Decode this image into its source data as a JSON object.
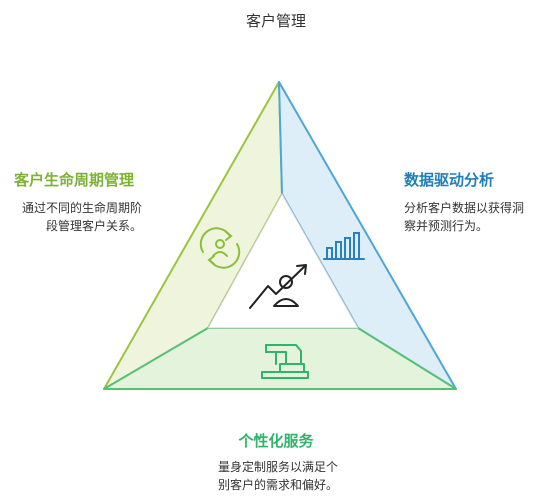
{
  "title": "客户管理",
  "sections": {
    "left": {
      "heading": "客户生命周期管理",
      "desc_line1": "通过不同的生命周期阶",
      "desc_line2": "段管理客户关系。",
      "color": "#8fc13a",
      "icon": "customer-cycle-icon"
    },
    "right": {
      "heading": "数据驱动分析",
      "desc_line1": "分析客户数据以获得洞",
      "desc_line2": "察并预测行为。",
      "color": "#1f7fb8",
      "icon": "bar-chart-icon"
    },
    "bottom": {
      "heading": "个性化服务",
      "desc_line1": "量身定制服务以满足个",
      "desc_line2": "别客户的需求和偏好。",
      "color": "#2fb46a",
      "icon": "sewing-machine-icon"
    },
    "center": {
      "icon": "person-growth-icon"
    }
  }
}
